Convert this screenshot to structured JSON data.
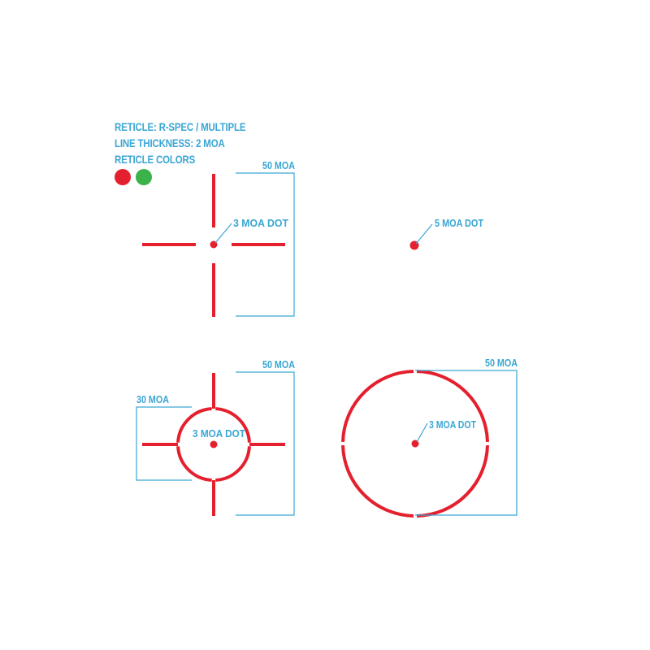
{
  "info": {
    "reticle": "RETICLE: R-SPEC / MULTIPLE",
    "thickness": "LINE THICKNESS: 2 MOA",
    "colors_label": "RETICLE COLORS"
  },
  "colors": {
    "red": "#e5202e",
    "green": "#3bb24a",
    "annotation": "#3aa6d4"
  },
  "reticles": {
    "crosshair": {
      "dot_label": "3 MOA DOT",
      "span_label": "50 MOA"
    },
    "dot": {
      "dot_label": "5 MOA DOT"
    },
    "circle_cross": {
      "dot_label": "3 MOA DOT",
      "span_label": "50 MOA",
      "circle_label": "30 MOA"
    },
    "circle": {
      "dot_label": "3 MOA DOT",
      "span_label": "50 MOA"
    }
  }
}
